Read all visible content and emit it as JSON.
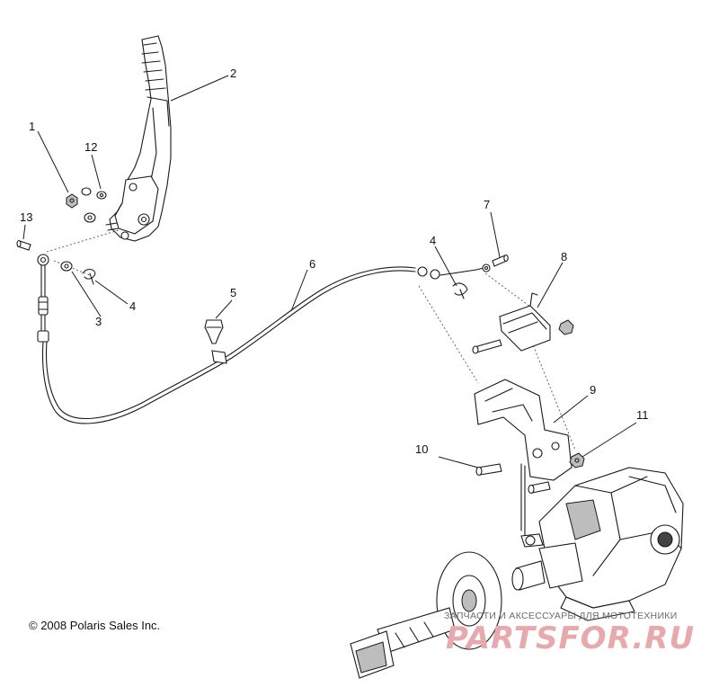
{
  "diagram": {
    "callouts": [
      {
        "id": "1",
        "label": "1"
      },
      {
        "id": "2",
        "label": "2"
      },
      {
        "id": "3",
        "label": "3"
      },
      {
        "id": "4a",
        "label": "4"
      },
      {
        "id": "4b",
        "label": "4"
      },
      {
        "id": "5",
        "label": "5"
      },
      {
        "id": "6",
        "label": "6"
      },
      {
        "id": "7",
        "label": "7"
      },
      {
        "id": "8",
        "label": "8"
      },
      {
        "id": "9",
        "label": "9"
      },
      {
        "id": "10",
        "label": "10"
      },
      {
        "id": "11",
        "label": "11"
      },
      {
        "id": "12",
        "label": "12"
      },
      {
        "id": "13",
        "label": "13"
      }
    ],
    "copyright": "© 2008 Polaris Sales Inc.",
    "watermark": {
      "tagline": "ЗАПЧАСТИ И АКСЕССУАРЫ ДЛЯ МОТОТЕХНИКИ",
      "logo": "PARTSFOR.RU"
    },
    "colors": {
      "line": "#1a1a1a",
      "watermark": "#e8a9ad"
    }
  }
}
